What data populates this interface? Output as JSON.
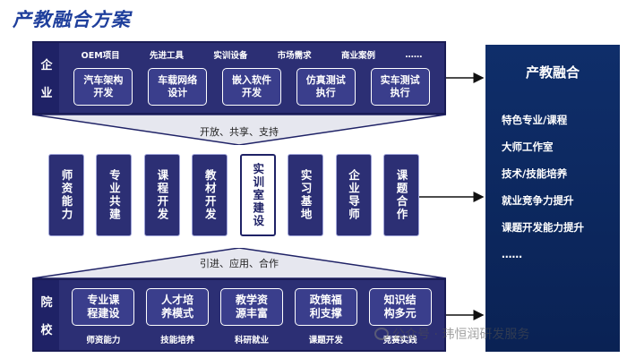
{
  "title": "产教融合方案",
  "enterprise": {
    "label": [
      "企",
      "业"
    ],
    "tags": [
      "OEM项目",
      "先进工具",
      "实训设备",
      "市场需求",
      "商业案例",
      "……"
    ],
    "boxes": [
      "汽车架构\n开发",
      "车载网络\n设计",
      "嵌入软件\n开发",
      "仿真测试\n执行",
      "实车测试\n执行"
    ]
  },
  "top_flow": "开放、共享、支持",
  "pillars": [
    "师资能力",
    "专业共建",
    "课程开发",
    "教材开发",
    "实训室建设",
    "实习基地",
    "企业导师",
    "课题合作"
  ],
  "bottom_flow": "引进、应用、合作",
  "school": {
    "label": [
      "院",
      "校"
    ],
    "boxes": [
      "专业课\n程建设",
      "人才培\n养模式",
      "教学资\n源丰富",
      "政策福\n利支撑",
      "知识结\n构多元"
    ],
    "tags": [
      "师资能力",
      "技能培养",
      "科研就业",
      "课题开发",
      "竞赛实践"
    ]
  },
  "result": {
    "title": "产教融合",
    "items": [
      "特色专业/课程",
      "大师工作室",
      "技术/技能培养",
      "就业竞争力提升",
      "课题开发能力提升",
      "……"
    ]
  },
  "watermark": "公众号 · 玮恒润研发服务",
  "colors": {
    "title": "#1f3f9c",
    "panel": "#2c2f74",
    "result": "#0f2e6a"
  }
}
